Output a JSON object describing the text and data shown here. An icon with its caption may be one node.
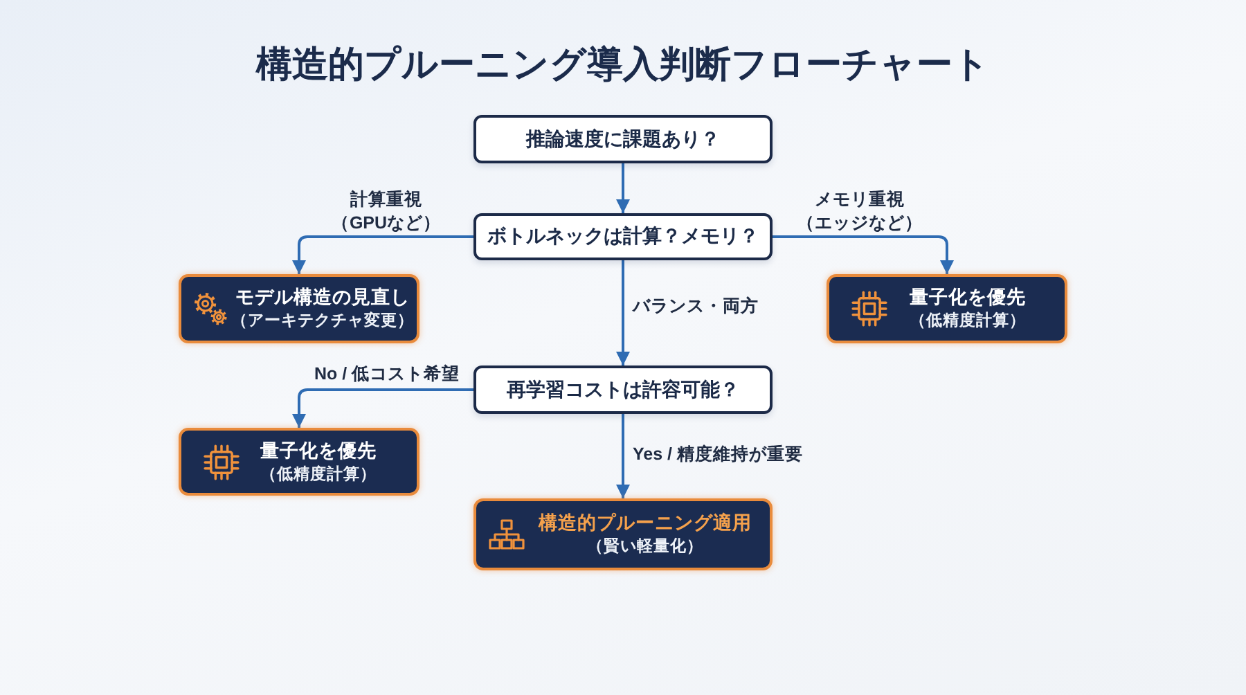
{
  "diagram": {
    "title": "構造的プルーニング導入判断フローチャート",
    "nodes": [
      {
        "text": [
          "推論速度に課題あり？"
        ]
      },
      {
        "text": [
          "ボトルネックは計算？メモリ？"
        ]
      },
      {
        "text": [
          "モデル構造の見直し",
          "（アーキテクチャ変更）"
        ]
      },
      {
        "text": [
          "量子化を優先",
          "（低精度計算）"
        ]
      },
      {
        "text": [
          "再学習コストは許容可能？"
        ]
      },
      {
        "text": [
          "量子化を優先",
          "（低精度計算）"
        ]
      },
      {
        "text": [
          "構造的プルーニング適用",
          "（賢い軽量化）"
        ]
      }
    ],
    "edges": [
      {
        "from": 0,
        "to": 1,
        "arrow": "to"
      },
      {
        "from": 1,
        "to": 2,
        "arrow": "to",
        "label": "計算重視（GPUなど）"
      },
      {
        "from": 1,
        "to": 3,
        "arrow": "to",
        "label": "メモリ重視（エッジなど）"
      },
      {
        "from": 1,
        "to": 4,
        "arrow": "to",
        "label": "バランス・両方"
      },
      {
        "from": 4,
        "to": 5,
        "arrow": "to",
        "label": "No / 低コスト希望"
      },
      {
        "from": 4,
        "to": 6,
        "arrow": "to",
        "label": "Yes / 精度維持が重要"
      }
    ]
  }
}
